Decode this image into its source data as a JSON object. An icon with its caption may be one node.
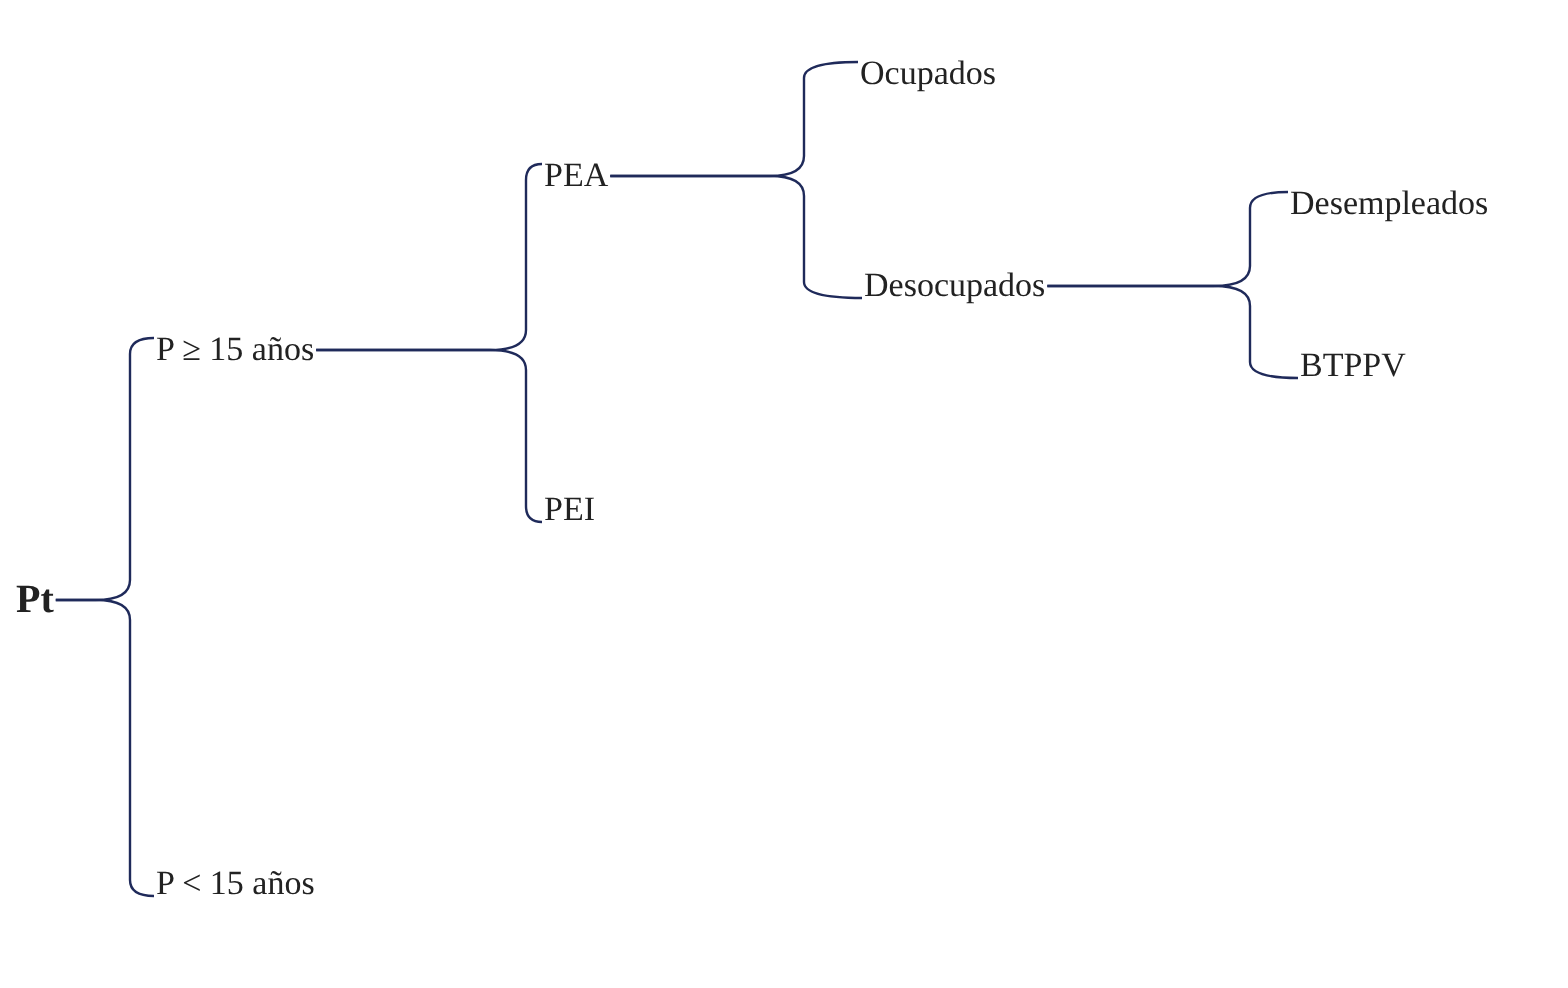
{
  "diagram": {
    "nodes": [
      {
        "text": [
          "Pt"
        ]
      },
      {
        "text": [
          "P ≥ 15 años"
        ]
      },
      {
        "text": [
          "P < 15 años"
        ]
      },
      {
        "text": [
          "PEA"
        ]
      },
      {
        "text": [
          "PEI"
        ]
      },
      {
        "text": [
          "Ocupados"
        ]
      },
      {
        "text": [
          "Desocupados"
        ]
      },
      {
        "text": [
          "Desempleados"
        ]
      },
      {
        "text": [
          "BTPPV"
        ]
      }
    ],
    "edges": [
      {
        "from": 0,
        "to": 1,
        "arrow": "none"
      },
      {
        "from": 0,
        "to": 2,
        "arrow": "none"
      },
      {
        "from": 1,
        "to": 3,
        "arrow": "none"
      },
      {
        "from": 1,
        "to": 4,
        "arrow": "none"
      },
      {
        "from": 3,
        "to": 5,
        "arrow": "none"
      },
      {
        "from": 3,
        "to": 6,
        "arrow": "none"
      },
      {
        "from": 6,
        "to": 7,
        "arrow": "none"
      },
      {
        "from": 6,
        "to": 8,
        "arrow": "none"
      }
    ]
  }
}
